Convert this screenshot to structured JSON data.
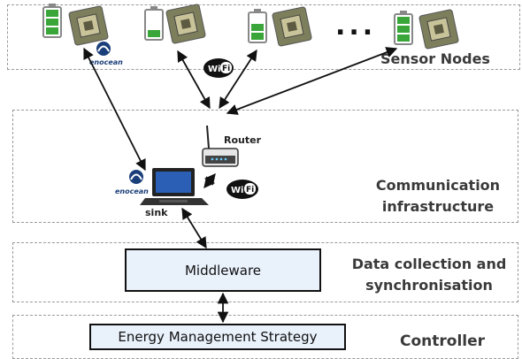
{
  "layers": {
    "sensor_nodes": {
      "label": "Sensor Nodes"
    },
    "communication": {
      "label_line1": "Communication",
      "label_line2": "infrastructure"
    },
    "data_collection": {
      "label_line1": "Data collection and",
      "label_line2": "synchronisation"
    },
    "controller": {
      "label": "Controller"
    }
  },
  "nodes": {
    "router_label": "Router",
    "sink_label": "sink",
    "middleware_label": "Middleware",
    "ems_label": "Energy Management Strategy",
    "ellipsis": "...",
    "enocean_brand": "enocean",
    "wifi_text": "Wi Fi"
  },
  "colors": {
    "battery_green": "#3aa63a",
    "box_fill": "#e9f1fb",
    "layer_border": "#9a9a9a",
    "enocean_blue": "#1b3f7a"
  }
}
